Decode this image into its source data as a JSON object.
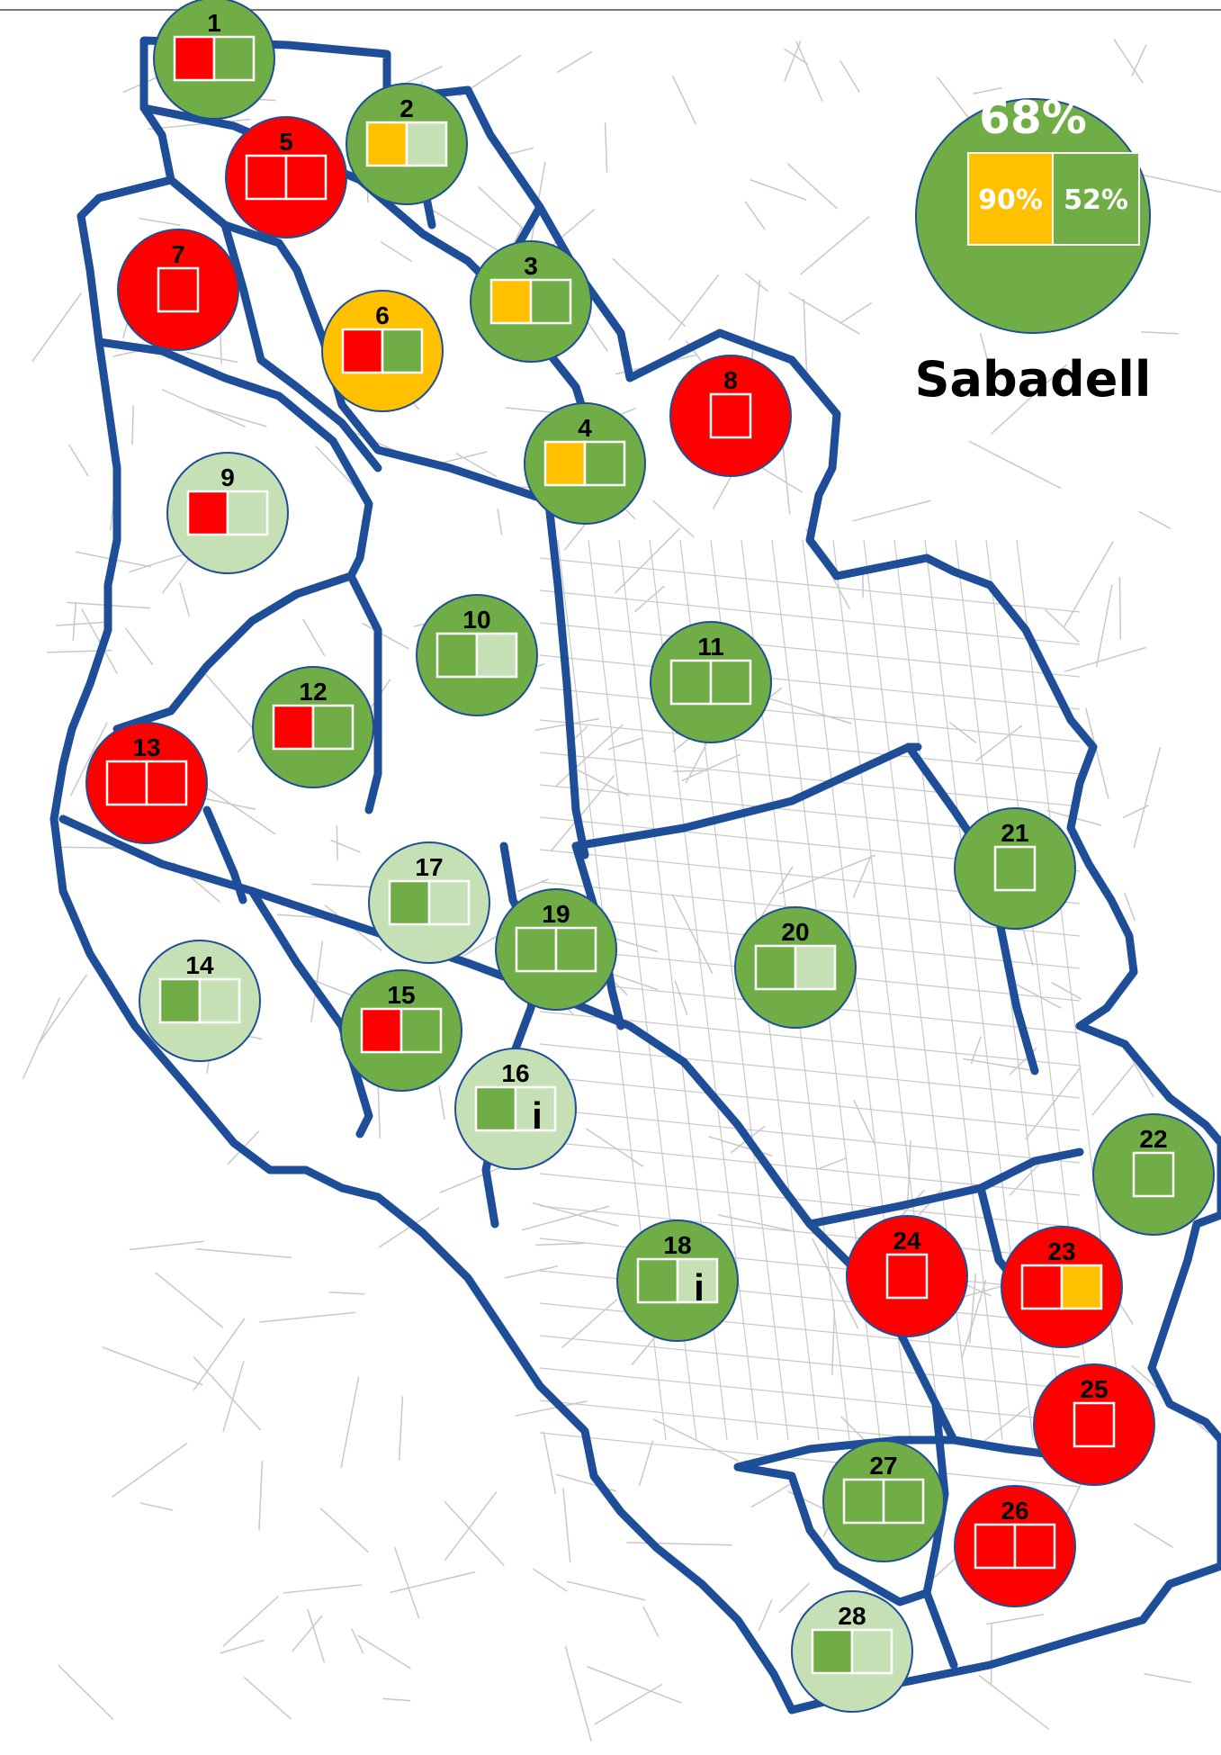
{
  "colors": {
    "red": "#ff0000",
    "orange": "#ffc000",
    "green": "#70ad47",
    "lightgreen": "#c5e0b4",
    "border": "#1f4e99",
    "street": "#c8c8c8"
  },
  "summary": {
    "city": "Sabadell",
    "overall": "68%",
    "left_pct": "90%",
    "right_pct": "52%",
    "circle_color": "green",
    "left_color": "orange",
    "right_color": "green"
  },
  "districts": [
    {
      "n": "1",
      "circle": "green",
      "boxes": [
        "red",
        "green"
      ]
    },
    {
      "n": "2",
      "circle": "green",
      "boxes": [
        "orange",
        "lightgreen"
      ]
    },
    {
      "n": "3",
      "circle": "green",
      "boxes": [
        "orange",
        "green"
      ]
    },
    {
      "n": "4",
      "circle": "green",
      "boxes": [
        "orange",
        "green"
      ]
    },
    {
      "n": "5",
      "circle": "red",
      "boxes": [
        "red",
        "red"
      ]
    },
    {
      "n": "6",
      "circle": "orange",
      "boxes": [
        "red",
        "green"
      ]
    },
    {
      "n": "7",
      "circle": "red",
      "boxes": [
        "red"
      ]
    },
    {
      "n": "8",
      "circle": "red",
      "boxes": [
        "red"
      ]
    },
    {
      "n": "9",
      "circle": "lightgreen",
      "boxes": [
        "red",
        "lightgreen"
      ]
    },
    {
      "n": "10",
      "circle": "green",
      "boxes": [
        "green",
        "lightgreen"
      ]
    },
    {
      "n": "11",
      "circle": "green",
      "boxes": [
        "green",
        "green"
      ]
    },
    {
      "n": "12",
      "circle": "green",
      "boxes": [
        "red",
        "green"
      ]
    },
    {
      "n": "13",
      "circle": "red",
      "boxes": [
        "red",
        "red"
      ]
    },
    {
      "n": "14",
      "circle": "lightgreen",
      "boxes": [
        "green",
        "lightgreen"
      ]
    },
    {
      "n": "15",
      "circle": "green",
      "boxes": [
        "red",
        "green"
      ]
    },
    {
      "n": "16",
      "circle": "lightgreen",
      "boxes": [
        "green",
        "lightgreen"
      ],
      "info": "i"
    },
    {
      "n": "17",
      "circle": "lightgreen",
      "boxes": [
        "green",
        "lightgreen"
      ]
    },
    {
      "n": "18",
      "circle": "green",
      "boxes": [
        "green",
        "lightgreen"
      ],
      "info": "i"
    },
    {
      "n": "19",
      "circle": "green",
      "boxes": [
        "green",
        "green"
      ]
    },
    {
      "n": "20",
      "circle": "green",
      "boxes": [
        "green",
        "lightgreen"
      ]
    },
    {
      "n": "21",
      "circle": "green",
      "boxes": [
        "green"
      ]
    },
    {
      "n": "22",
      "circle": "green",
      "boxes": [
        "green"
      ]
    },
    {
      "n": "23",
      "circle": "red",
      "boxes": [
        "red",
        "orange"
      ]
    },
    {
      "n": "24",
      "circle": "red",
      "boxes": [
        "red"
      ]
    },
    {
      "n": "25",
      "circle": "red",
      "boxes": [
        "red"
      ]
    },
    {
      "n": "26",
      "circle": "red",
      "boxes": [
        "red",
        "red"
      ]
    },
    {
      "n": "27",
      "circle": "green",
      "boxes": [
        "green",
        "green"
      ]
    },
    {
      "n": "28",
      "circle": "lightgreen",
      "boxes": [
        "green",
        "lightgreen"
      ]
    }
  ]
}
